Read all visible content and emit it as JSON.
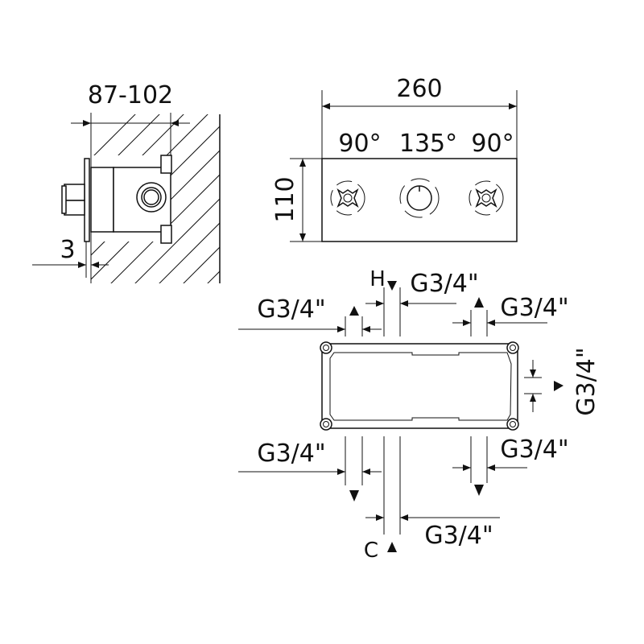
{
  "side_view": {
    "depth_label": "87-102",
    "offset_label": "3"
  },
  "front_view": {
    "width_label": "260",
    "height_label": "110",
    "angles": [
      "90°",
      "135°",
      "90°"
    ]
  },
  "bottom_view": {
    "hot_label": "H",
    "cold_label": "C",
    "connections": {
      "hot": "G3/4\"",
      "top_left": "G3/4\"",
      "top_right": "G3/4\"",
      "right": "G3/4\"",
      "bottom_left": "G3/4\"",
      "bottom_right": "G3/4\"",
      "cold": "G3/4\""
    }
  },
  "colors": {
    "line": "#111111",
    "background": "#ffffff"
  }
}
